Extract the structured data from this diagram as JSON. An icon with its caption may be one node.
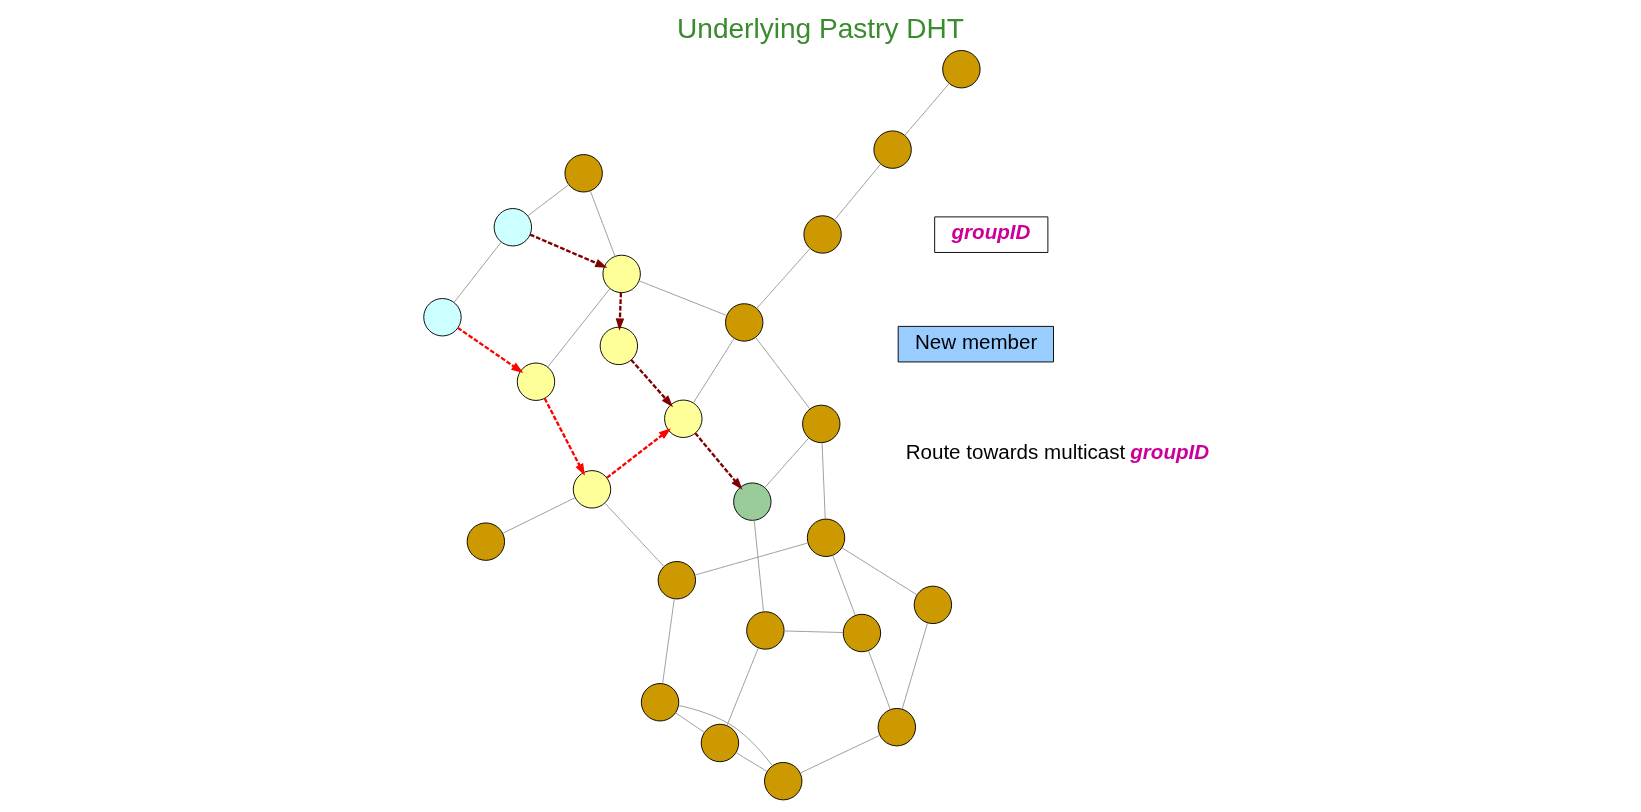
{
  "diagram": {
    "title": "Underlying Pastry DHT",
    "nodes": [
      {
        "text": [],
        "shape": "circle"
      },
      {
        "text": [],
        "shape": "circle"
      },
      {
        "text": [],
        "shape": "circle"
      },
      {
        "text": [],
        "shape": "circle"
      },
      {
        "text": [],
        "shape": "circle"
      },
      {
        "text": [],
        "shape": "circle"
      },
      {
        "text": [],
        "shape": "circle"
      },
      {
        "text": [],
        "shape": "circle"
      },
      {
        "text": [],
        "shape": "circle"
      },
      {
        "text": [],
        "shape": "circle"
      },
      {
        "text": [
          "groupID"
        ]
      },
      {
        "text": [],
        "shape": "circle"
      },
      {
        "text": [],
        "shape": "circle"
      },
      {
        "text": [],
        "shape": "circle"
      },
      {
        "text": [
          "New member"
        ]
      },
      {
        "text": [],
        "shape": "circle"
      },
      {
        "text": [],
        "shape": "circle"
      },
      {
        "text": [],
        "shape": "circle"
      },
      {
        "text": [],
        "shape": "circle"
      },
      {
        "text": [],
        "shape": "circle"
      },
      {
        "text": [],
        "shape": "circle"
      },
      {
        "text": [],
        "shape": "circle"
      },
      {
        "text": [],
        "shape": "circle"
      },
      {
        "text": [],
        "shape": "circle"
      },
      {
        "text": [],
        "shape": "circle"
      },
      {
        "text": [],
        "shape": "circle"
      }
    ],
    "edges": [
      {
        "from": 0,
        "to": 1,
        "arrow": "none"
      },
      {
        "from": 0,
        "to": 5,
        "arrow": "none"
      },
      {
        "from": 0,
        "to": 6,
        "arrow": "none"
      },
      {
        "from": 1,
        "to": 5,
        "arrow": "none"
      },
      {
        "from": 1,
        "to": 7,
        "arrow": "none"
      },
      {
        "from": 2,
        "to": 3,
        "arrow": "none"
      },
      {
        "from": 7,
        "to": 2,
        "arrow": "none"
      },
      {
        "from": 5,
        "to": 11,
        "arrow": "none"
      },
      {
        "from": 11,
        "to": 13,
        "arrow": "none"
      },
      {
        "from": 11,
        "to": 21,
        "arrow": "none"
      },
      {
        "from": 13,
        "to": 6,
        "arrow": "none"
      },
      {
        "from": 6,
        "to": 16,
        "arrow": "none"
      },
      {
        "from": 7,
        "to": 18,
        "arrow": "none"
      },
      {
        "from": 13,
        "to": 18,
        "arrow": "none"
      },
      {
        "from": 21,
        "to": 18,
        "arrow": "none"
      },
      {
        "from": 18,
        "to": 24,
        "arrow": "none"
      },
      {
        "from": 24,
        "to": 16,
        "arrow": "none"
      },
      {
        "from": 24,
        "to": 20,
        "arrow": "none"
      },
      {
        "from": 20,
        "to": 15,
        "arrow": "none"
      },
      {
        "from": 20,
        "to": 19,
        "arrow": "none"
      },
      {
        "from": 20,
        "to": 23,
        "arrow": "none"
      },
      {
        "from": 23,
        "to": 25,
        "arrow": "none"
      },
      {
        "from": 25,
        "to": 17,
        "arrow": "none"
      },
      {
        "from": 19,
        "to": 9,
        "arrow": "none"
      },
      {
        "from": 19,
        "to": 22,
        "arrow": "none"
      },
      {
        "from": 22,
        "to": 12,
        "arrow": "none"
      },
      {
        "from": 12,
        "to": 4,
        "arrow": "none"
      },
      {
        "from": 4,
        "to": 9,
        "arrow": "to",
        "style": "dashed",
        "color": "#ff0000"
      },
      {
        "from": 9,
        "to": 2,
        "arrow": "to",
        "style": "dashed",
        "color": "#ff0000"
      },
      {
        "from": 2,
        "to": 15,
        "arrow": "to",
        "style": "dashed",
        "color": "#ff0000"
      },
      {
        "from": 12,
        "to": 19,
        "arrow": "to",
        "style": "dashed",
        "color": "#800000"
      },
      {
        "from": 19,
        "to": 8,
        "arrow": "to",
        "style": "dashed",
        "color": "#800000"
      },
      {
        "from": 8,
        "to": 15,
        "arrow": "to",
        "style": "dashed",
        "color": "#800000"
      },
      {
        "from": 15,
        "to": 16,
        "arrow": "to",
        "style": "dashed",
        "color": "#800000"
      }
    ],
    "labels": [
      "Route towards multicast **groupID**"
    ]
  }
}
